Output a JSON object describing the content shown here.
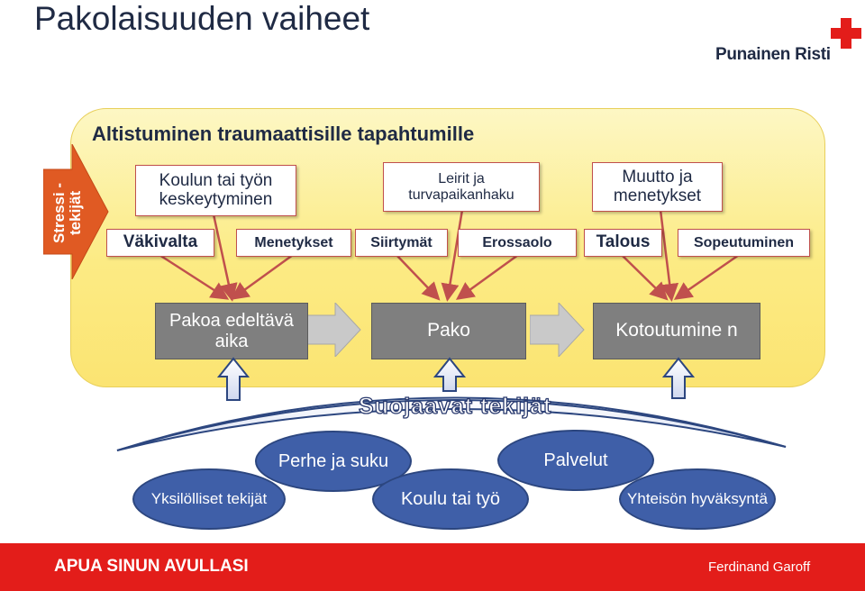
{
  "title": "Pakolaisuuden vaiheet",
  "logo": {
    "text": "Punainen Risti"
  },
  "panel_heading": "Altistuminen traumaattisille tapahtumille",
  "stress_label": "Stressi -tekijät",
  "stressors_top": [
    "Koulun tai työn keskeytyminen",
    "Leirit ja turvapaikanhaku",
    "Muutto ja menetykset"
  ],
  "stressors_bottom": [
    "Väkivalta",
    "Menetykset",
    "Siirtymät",
    "Erossaolo",
    "Talous",
    "Sopeutuminen"
  ],
  "phases": [
    "Pakoa edeltävä aika",
    "Pako",
    "Kotoutumine n"
  ],
  "protective_label": "Suojaavat tekijät",
  "protective_factors": [
    "Yksilölliset tekijät",
    "Perhe ja suku",
    "Koulu tai työ",
    "Palvelut",
    "Yhteisön hyväksyntä"
  ],
  "footer": {
    "left": "APUA SINUN AVULLASI",
    "right": "Ferdinand Garoff"
  },
  "colors": {
    "panel_fill": "#fceb84",
    "box_border": "#c0504d",
    "arrow_red": "#c0504d",
    "stress_orange": "#e05a23",
    "phase_gray": "#7f7f7f",
    "oval_blue": "#3f5fa8",
    "footer_red": "#e31d1a",
    "logo_cross": "#e31d1a"
  }
}
